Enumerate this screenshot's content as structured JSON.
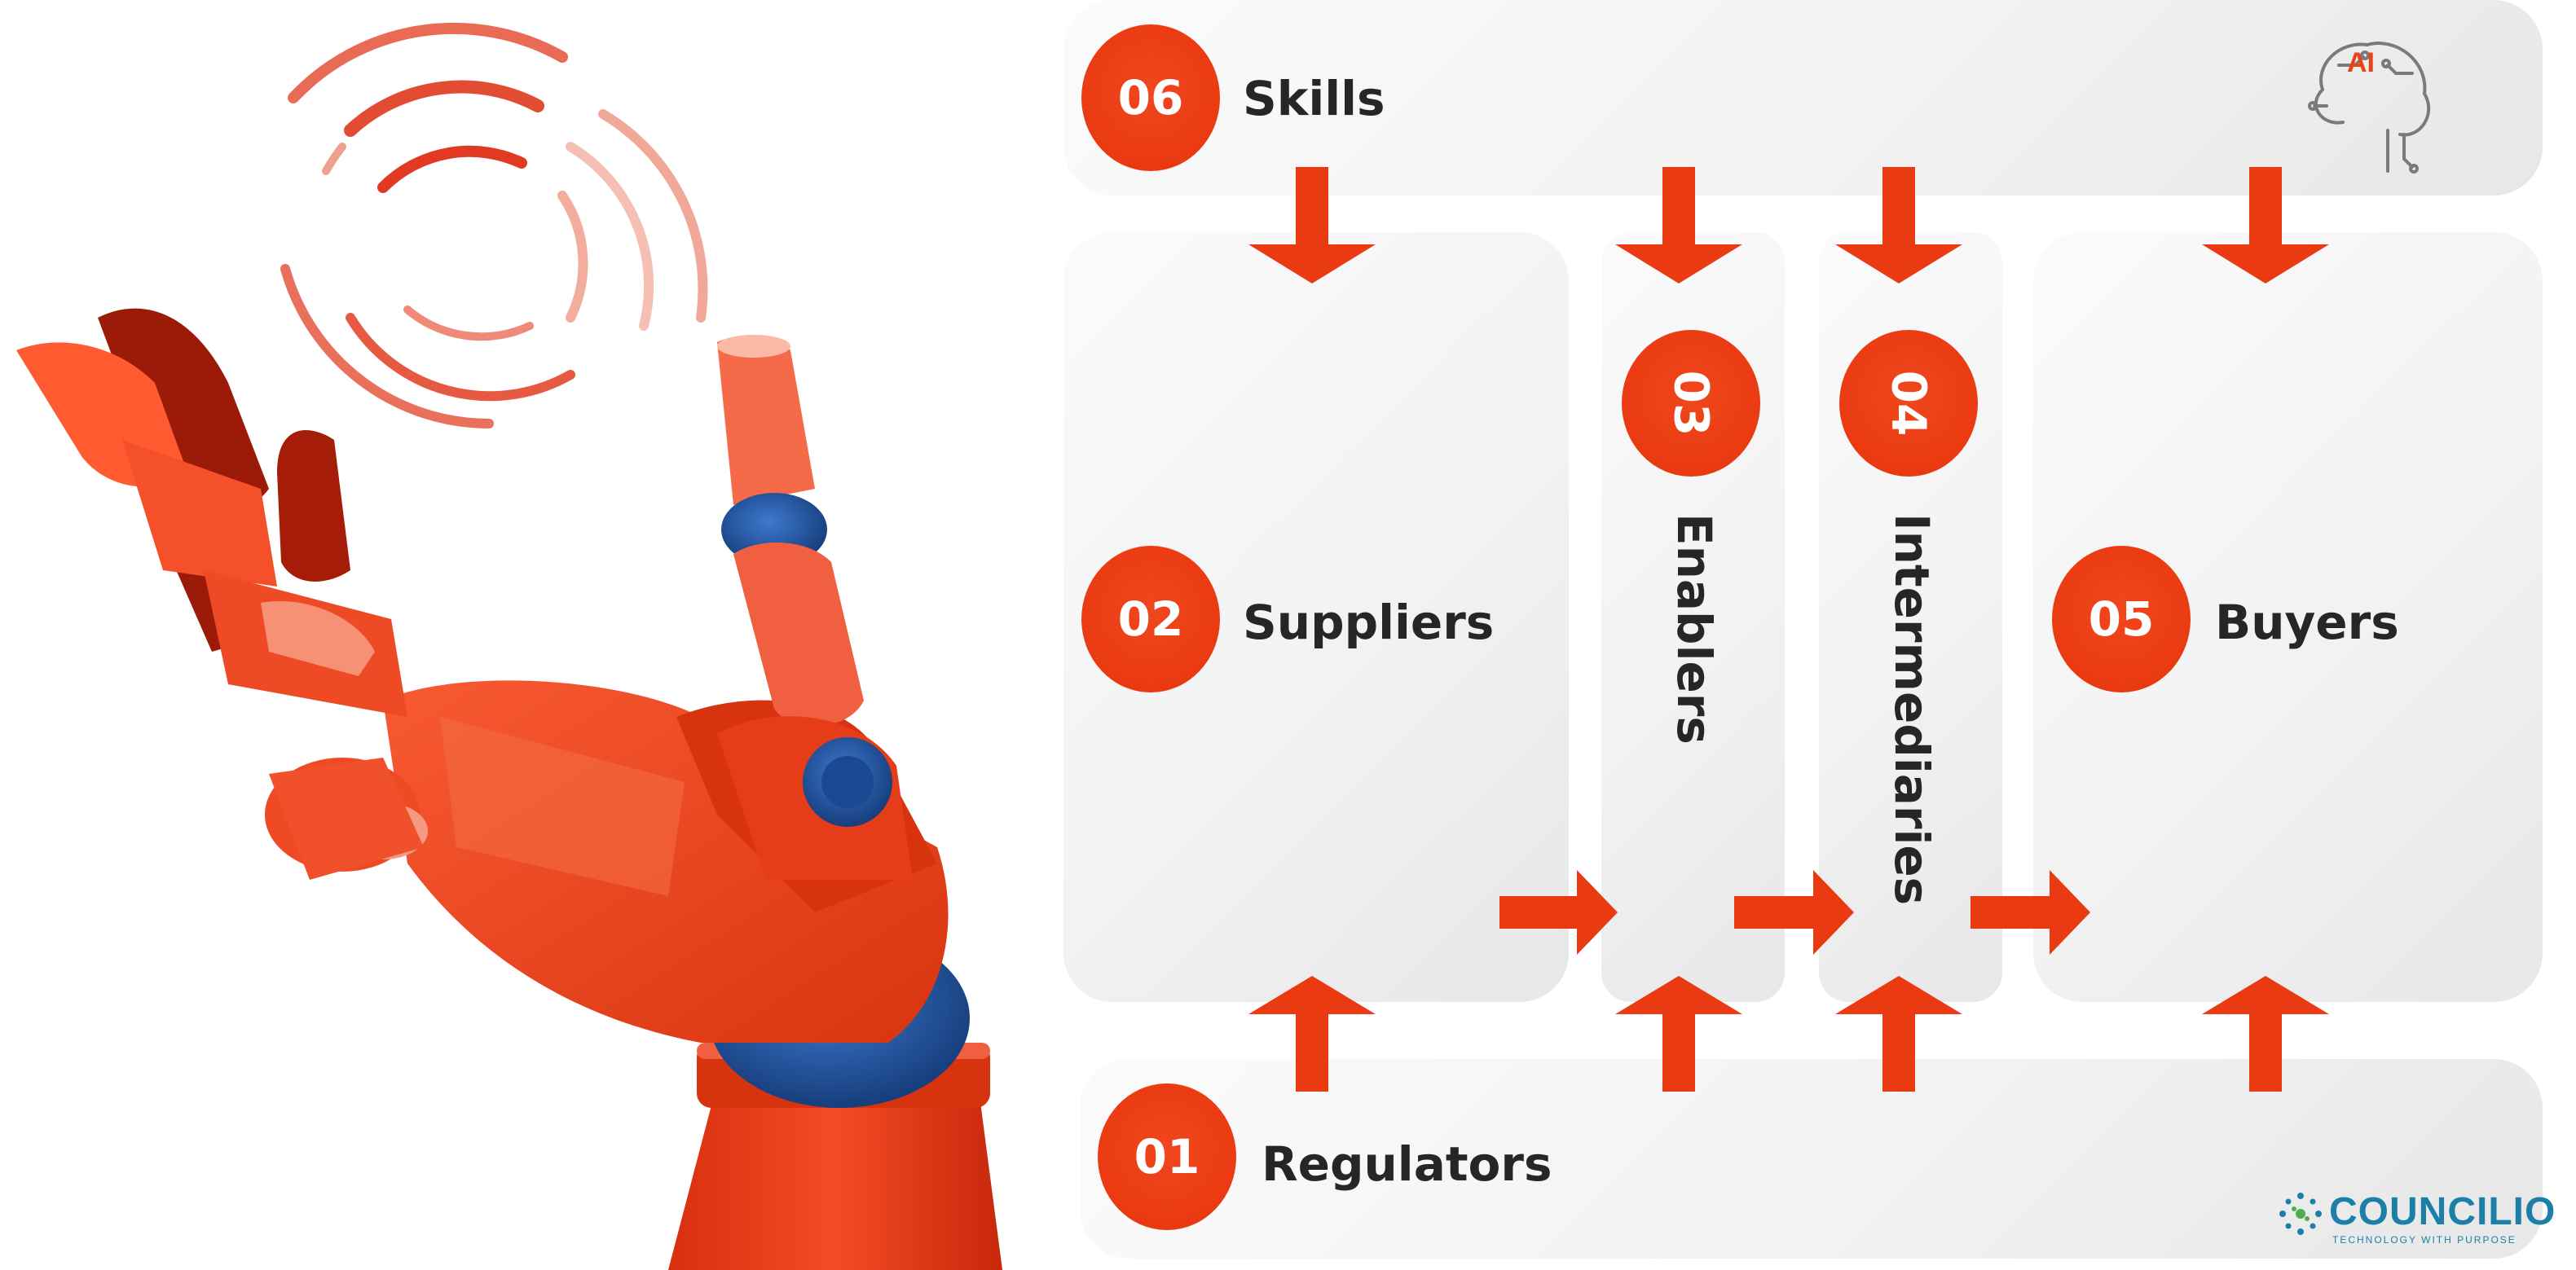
{
  "diagram": {
    "nodes": [
      {
        "id": "skills",
        "number": "06",
        "label": "Skills"
      },
      {
        "id": "suppliers",
        "number": "02",
        "label": "Suppliers"
      },
      {
        "id": "enablers",
        "number": "03",
        "label": "Enablers"
      },
      {
        "id": "intermediaries",
        "number": "04",
        "label": "Intermediaries"
      },
      {
        "id": "buyers",
        "number": "05",
        "label": "Buyers"
      },
      {
        "id": "regulators",
        "number": "01",
        "label": "Regulators"
      }
    ],
    "edges": [
      {
        "from": "skills",
        "to": "suppliers"
      },
      {
        "from": "skills",
        "to": "enablers"
      },
      {
        "from": "skills",
        "to": "intermediaries"
      },
      {
        "from": "skills",
        "to": "buyers"
      },
      {
        "from": "regulators",
        "to": "suppliers"
      },
      {
        "from": "regulators",
        "to": "enablers"
      },
      {
        "from": "regulators",
        "to": "intermediaries"
      },
      {
        "from": "regulators",
        "to": "buyers"
      },
      {
        "from": "suppliers",
        "to": "enablers"
      },
      {
        "from": "enablers",
        "to": "intermediaries"
      },
      {
        "from": "intermediaries",
        "to": "buyers"
      }
    ]
  },
  "icons": {
    "ai_badge": "AI",
    "logo_name": "COUNCILIO",
    "logo_tagline": "TECHNOLOGY WITH PURPOSE"
  },
  "colors": {
    "accent": "#ea3a12",
    "panel": "#f1f1f1",
    "text": "#262626",
    "logo": "#1b7fa8",
    "robot_primary": "#ee4422",
    "robot_dark": "#9c1a08",
    "robot_joint": "#1d4f9a"
  }
}
